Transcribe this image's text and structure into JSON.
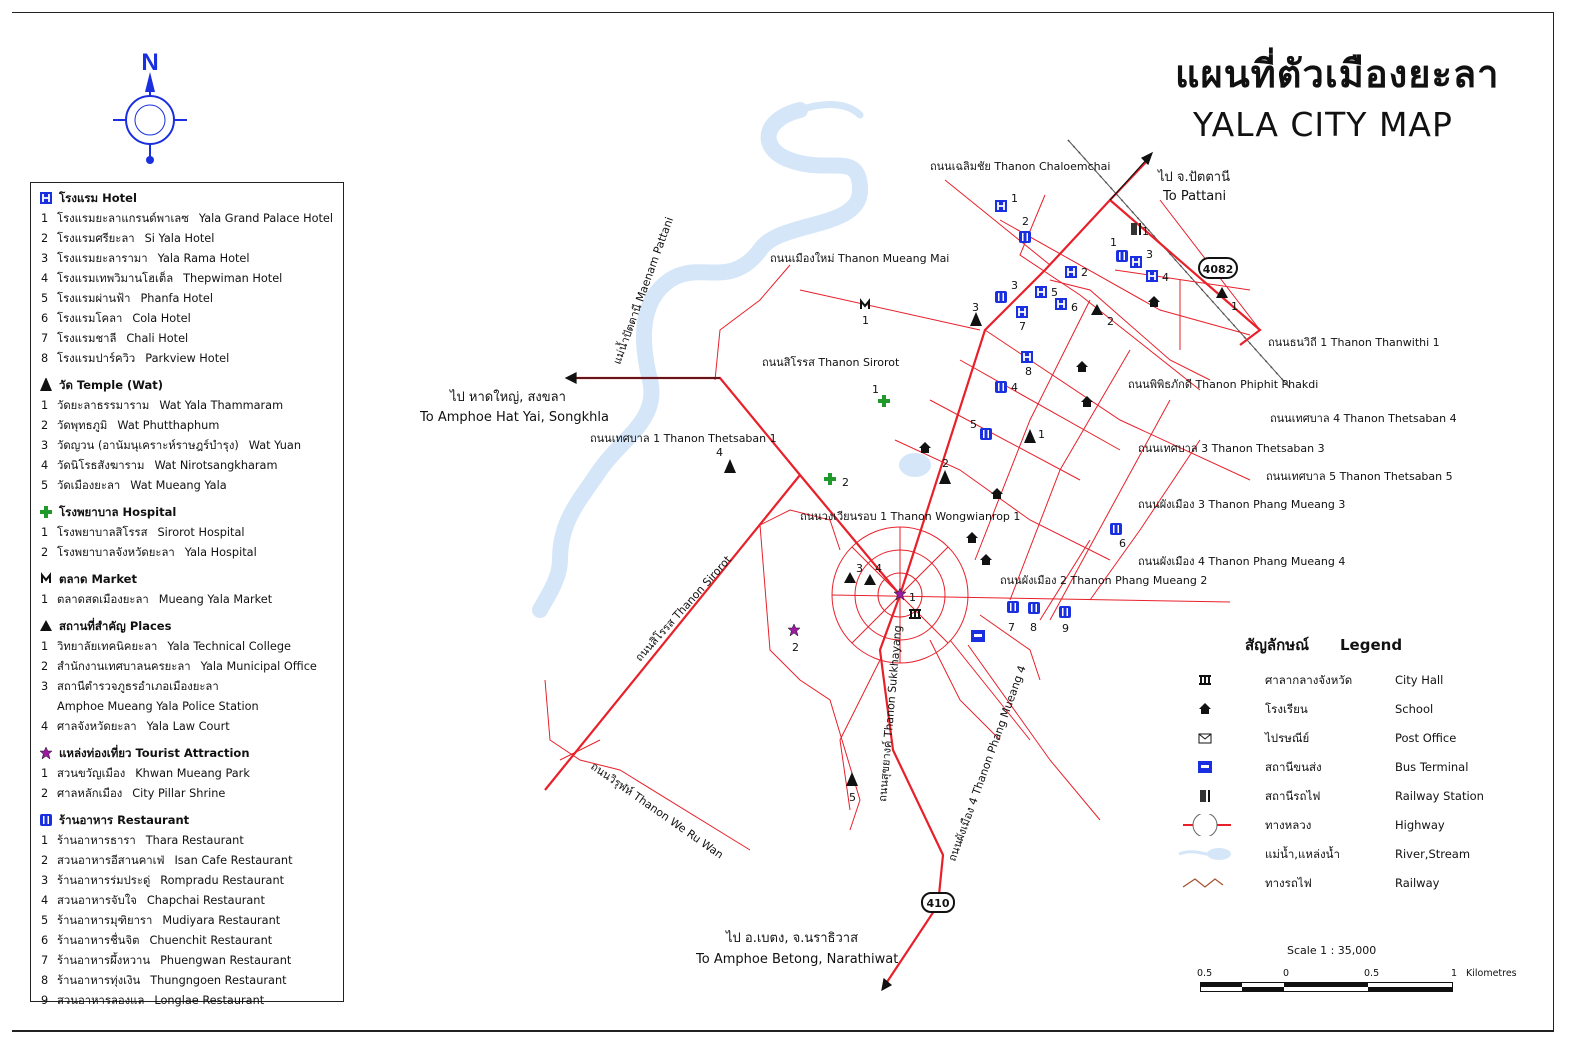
{
  "title": {
    "th": "แผนที่ตัวเมืองยะลา",
    "en": "YALA CITY MAP"
  },
  "compass": {
    "north": "N"
  },
  "left_legend": [
    {
      "key": "hotel",
      "icon": "hotel-icon",
      "title": "โรงแรม Hotel",
      "items": [
        {
          "n": "1",
          "th": "โรงแรมยะลาแกรนด์พาเลซ",
          "en": "Yala Grand Palace Hotel"
        },
        {
          "n": "2",
          "th": "โรงแรมศรียะลา",
          "en": "Si Yala Hotel"
        },
        {
          "n": "3",
          "th": "โรงแรมยะลารามา",
          "en": "Yala Rama Hotel"
        },
        {
          "n": "4",
          "th": "โรงแรมเทพวิมานโฮเต็ล",
          "en": "Thepwiman Hotel"
        },
        {
          "n": "5",
          "th": "โรงแรมผ่านฟ้า",
          "en": "Phanfa Hotel"
        },
        {
          "n": "6",
          "th": "โรงแรมโคลา",
          "en": "Cola Hotel"
        },
        {
          "n": "7",
          "th": "โรงแรมชาลี",
          "en": "Chali Hotel"
        },
        {
          "n": "8",
          "th": "โรงแรมปาร์ควิว",
          "en": "Parkview Hotel"
        }
      ]
    },
    {
      "key": "temple",
      "icon": "temple-icon",
      "title": "วัด Temple (Wat)",
      "items": [
        {
          "n": "1",
          "th": "วัดยะลาธรรมาราม",
          "en": "Wat Yala Thammaram"
        },
        {
          "n": "2",
          "th": "วัดพุทธภูมิ",
          "en": "Wat Phutthaphum"
        },
        {
          "n": "3",
          "th": "วัดญวน (อานัมนุเคราะห์ราษฎร์บำรุง)",
          "en": "Wat Yuan"
        },
        {
          "n": "4",
          "th": "วัดนิโรธสังฆาราม",
          "en": "Wat Nirotsangkharam"
        },
        {
          "n": "5",
          "th": "วัดเมืองยะลา",
          "en": "Wat Mueang Yala"
        }
      ]
    },
    {
      "key": "hospital",
      "icon": "hospital-cross-icon",
      "title": "โรงพยาบาล Hospital",
      "items": [
        {
          "n": "1",
          "th": "โรงพยาบาลสิโรรส",
          "en": "Sirorot Hospital"
        },
        {
          "n": "2",
          "th": "โรงพยาบาลจังหวัดยะลา",
          "en": "Yala Hospital"
        }
      ]
    },
    {
      "key": "market",
      "icon": "market-icon",
      "title": "ตลาด Market",
      "items": [
        {
          "n": "1",
          "th": "ตลาดสดเมืองยะลา",
          "en": "Mueang Yala Market"
        }
      ]
    },
    {
      "key": "places",
      "icon": "place-triangle-icon",
      "title": "สถานที่สำคัญ Places",
      "items": [
        {
          "n": "1",
          "th": "วิทยาลัยเทคนิคยะลา",
          "en": "Yala Technical College"
        },
        {
          "n": "2",
          "th": "สำนักงานเทศบาลนครยะลา",
          "en": "Yala Municipal Office"
        },
        {
          "n": "3",
          "th": "สถานีตำรวจภูธรอำเภอเมืองยะลา",
          "en": "Amphoe Mueang Yala Police Station",
          "wrap": true
        },
        {
          "n": "4",
          "th": "ศาลจังหวัดยะลา",
          "en": "Yala Law Court"
        }
      ]
    },
    {
      "key": "tourist",
      "icon": "star-icon",
      "title": "แหล่งท่องเที่ยว Tourist Attraction",
      "items": [
        {
          "n": "1",
          "th": "สวนขวัญเมือง",
          "en": "Khwan Mueang Park"
        },
        {
          "n": "2",
          "th": "ศาลหลักเมือง",
          "en": "City Pillar Shrine"
        }
      ]
    },
    {
      "key": "restaurant",
      "icon": "restaurant-icon",
      "title": "ร้านอาหาร Restaurant",
      "items": [
        {
          "n": "1",
          "th": "ร้านอาหารธารา",
          "en": "Thara Restaurant"
        },
        {
          "n": "2",
          "th": "สวนอาหารอีสานคาเฟ่",
          "en": "Isan Cafe Restaurant"
        },
        {
          "n": "3",
          "th": "ร้านอาหารร่มประดู่",
          "en": "Rompradu Restaurant"
        },
        {
          "n": "4",
          "th": "สวนอาหารจับใจ",
          "en": "Chapchai Restaurant"
        },
        {
          "n": "5",
          "th": "ร้านอาหารมุฑิยารา",
          "en": "Mudiyara Restaurant"
        },
        {
          "n": "6",
          "th": "ร้านอาหารชื่นจิต",
          "en": "Chuenchit Restaurant"
        },
        {
          "n": "7",
          "th": "ร้านอาหารผึ้งหวาน",
          "en": "Phuengwan Restaurant"
        },
        {
          "n": "8",
          "th": "ร้านอาหารทุ่งเงิน",
          "en": "Thungngoen Restaurant"
        },
        {
          "n": "9",
          "th": "สวนอาหารลองแล",
          "en": "Longlae Restaurant"
        }
      ]
    }
  ],
  "legend": {
    "title_th": "สัญลักษณ์",
    "title_en": "Legend",
    "items": [
      {
        "icon": "city-hall-icon",
        "th": "ศาลากลางจังหวัด",
        "en": "City Hall"
      },
      {
        "icon": "school-icon",
        "th": "โรงเรียน",
        "en": "School"
      },
      {
        "icon": "post-office-icon",
        "th": "ไปรษณีย์",
        "en": "Post Office"
      },
      {
        "icon": "bus-terminal-icon",
        "th": "สถานีขนส่ง",
        "en": "Bus Terminal"
      },
      {
        "icon": "railway-station-icon",
        "th": "สถานีรถไฟ",
        "en": "Railway Station"
      },
      {
        "icon": "highway-icon",
        "th": "ทางหลวง",
        "en": "Highway"
      },
      {
        "icon": "river-icon",
        "th": "แม่น้ำ,แหล่งน้ำ",
        "en": "River,Stream"
      },
      {
        "icon": "railway-icon",
        "th": "ทางรถไฟ",
        "en": "Railway"
      }
    ]
  },
  "scale": {
    "text": "Scale 1 : 35,000",
    "ticks": [
      "0.5",
      "0",
      "0.5",
      "1"
    ],
    "unit": "Kilometres"
  },
  "destinations": {
    "pattani_th": "ไป จ.ปัตตานี",
    "pattani_en": "To Pattani",
    "hatyai_th": "ไป หาดใหญ่, สงขลา",
    "hatyai_en": "To Amphoe Hat Yai, Songkhla",
    "betong_th": "ไป อ.เบตง, จ.นราธิวาส",
    "betong_en": "To Amphoe Betong, Narathiwat"
  },
  "route_shields": [
    "4082",
    "410"
  ],
  "streets": {
    "river": "แม่น้ำปัตตานี Maenam Pattani",
    "mueang_mai": "ถนนเมืองใหม่ Thanon Mueang Mai",
    "chaloemchai": "ถนนเฉลิมชัย Thanon Chaloemchai",
    "sirorot_n": "ถนนสิโรรส Thanon Sirorot",
    "sirorot_s": "ถนนสิโรรส Thanon Sirorot",
    "thetsaban1": "ถนนเทศบาล 1 Thanon Thetsaban 1",
    "wongwian": "ถนนวงเวียนรอบ 1 Thanon Wongwianrop 1",
    "phang2": "ถนนผังเมือง 2 Thanon Phang Mueang 2",
    "sukkhayang": "ถนนสุขยางค์ Thanon Sukkhayang",
    "phang4": "ถนนผังเมือง 4 Thanon Phang Mueang 4",
    "weruwan": "ถนนวิรุฬห์ Thanon We Ru Wan",
    "phiphit": "ถนนพิพิธภักดี Thanon Phiphit Phakdi",
    "thetsaban3": "ถนนเทศบาล 3 Thanon Thetsaban 3",
    "phang3": "ถนนผังเมือง 3 Thanon Phang Mueang 3",
    "phang4n": "ถนนผังเมือง 4 Thanon Phang Mueang 4",
    "thetsaban4": "ถนนเทศบาล 4 Thanon Thetsaban 4",
    "thetsaban5": "ถนนเทศบาล 5 Thanon Thetsaban 5",
    "thanwithi": "ถนนธนวิถี 1 Thanon Thanwithi 1"
  },
  "markers": [
    {
      "type": "hotel",
      "n": "1"
    },
    {
      "type": "hotel",
      "n": "2"
    },
    {
      "type": "hotel",
      "n": "3"
    },
    {
      "type": "hotel",
      "n": "4"
    },
    {
      "type": "hotel",
      "n": "5"
    },
    {
      "type": "hotel",
      "n": "6"
    },
    {
      "type": "hotel",
      "n": "7"
    },
    {
      "type": "hotel",
      "n": "8"
    },
    {
      "type": "restaurant",
      "n": "1"
    },
    {
      "type": "restaurant",
      "n": "2"
    },
    {
      "type": "restaurant",
      "n": "3"
    },
    {
      "type": "restaurant",
      "n": "4"
    },
    {
      "type": "restaurant",
      "n": "5"
    },
    {
      "type": "restaurant",
      "n": "6"
    },
    {
      "type": "restaurant",
      "n": "7"
    },
    {
      "type": "restaurant",
      "n": "8"
    },
    {
      "type": "restaurant",
      "n": "9"
    },
    {
      "type": "temple",
      "n": "1"
    },
    {
      "type": "temple",
      "n": "2"
    },
    {
      "type": "temple",
      "n": "3"
    },
    {
      "type": "temple",
      "n": "4"
    },
    {
      "type": "temple",
      "n": "5"
    },
    {
      "type": "place",
      "n": "1"
    },
    {
      "type": "place",
      "n": "2"
    },
    {
      "type": "place",
      "n": "3"
    },
    {
      "type": "place",
      "n": "4"
    },
    {
      "type": "hospital",
      "n": "1"
    },
    {
      "type": "hospital",
      "n": "2"
    },
    {
      "type": "market",
      "n": "1"
    },
    {
      "type": "tourist",
      "n": "1"
    },
    {
      "type": "tourist",
      "n": "2"
    },
    {
      "type": "cityhall",
      "n": ""
    },
    {
      "type": "bus",
      "n": ""
    },
    {
      "type": "railway",
      "n": "1"
    },
    {
      "type": "school",
      "n": ""
    },
    {
      "type": "school",
      "n": ""
    },
    {
      "type": "school",
      "n": ""
    },
    {
      "type": "school",
      "n": ""
    },
    {
      "type": "school",
      "n": ""
    },
    {
      "type": "school",
      "n": ""
    },
    {
      "type": "school",
      "n": ""
    }
  ],
  "colors": {
    "road": "#e8202a",
    "river": "#d4e6f8",
    "hotel": "#1a2fe0",
    "hospital": "#1f9a2a",
    "tourist": "#9b1aa0"
  }
}
